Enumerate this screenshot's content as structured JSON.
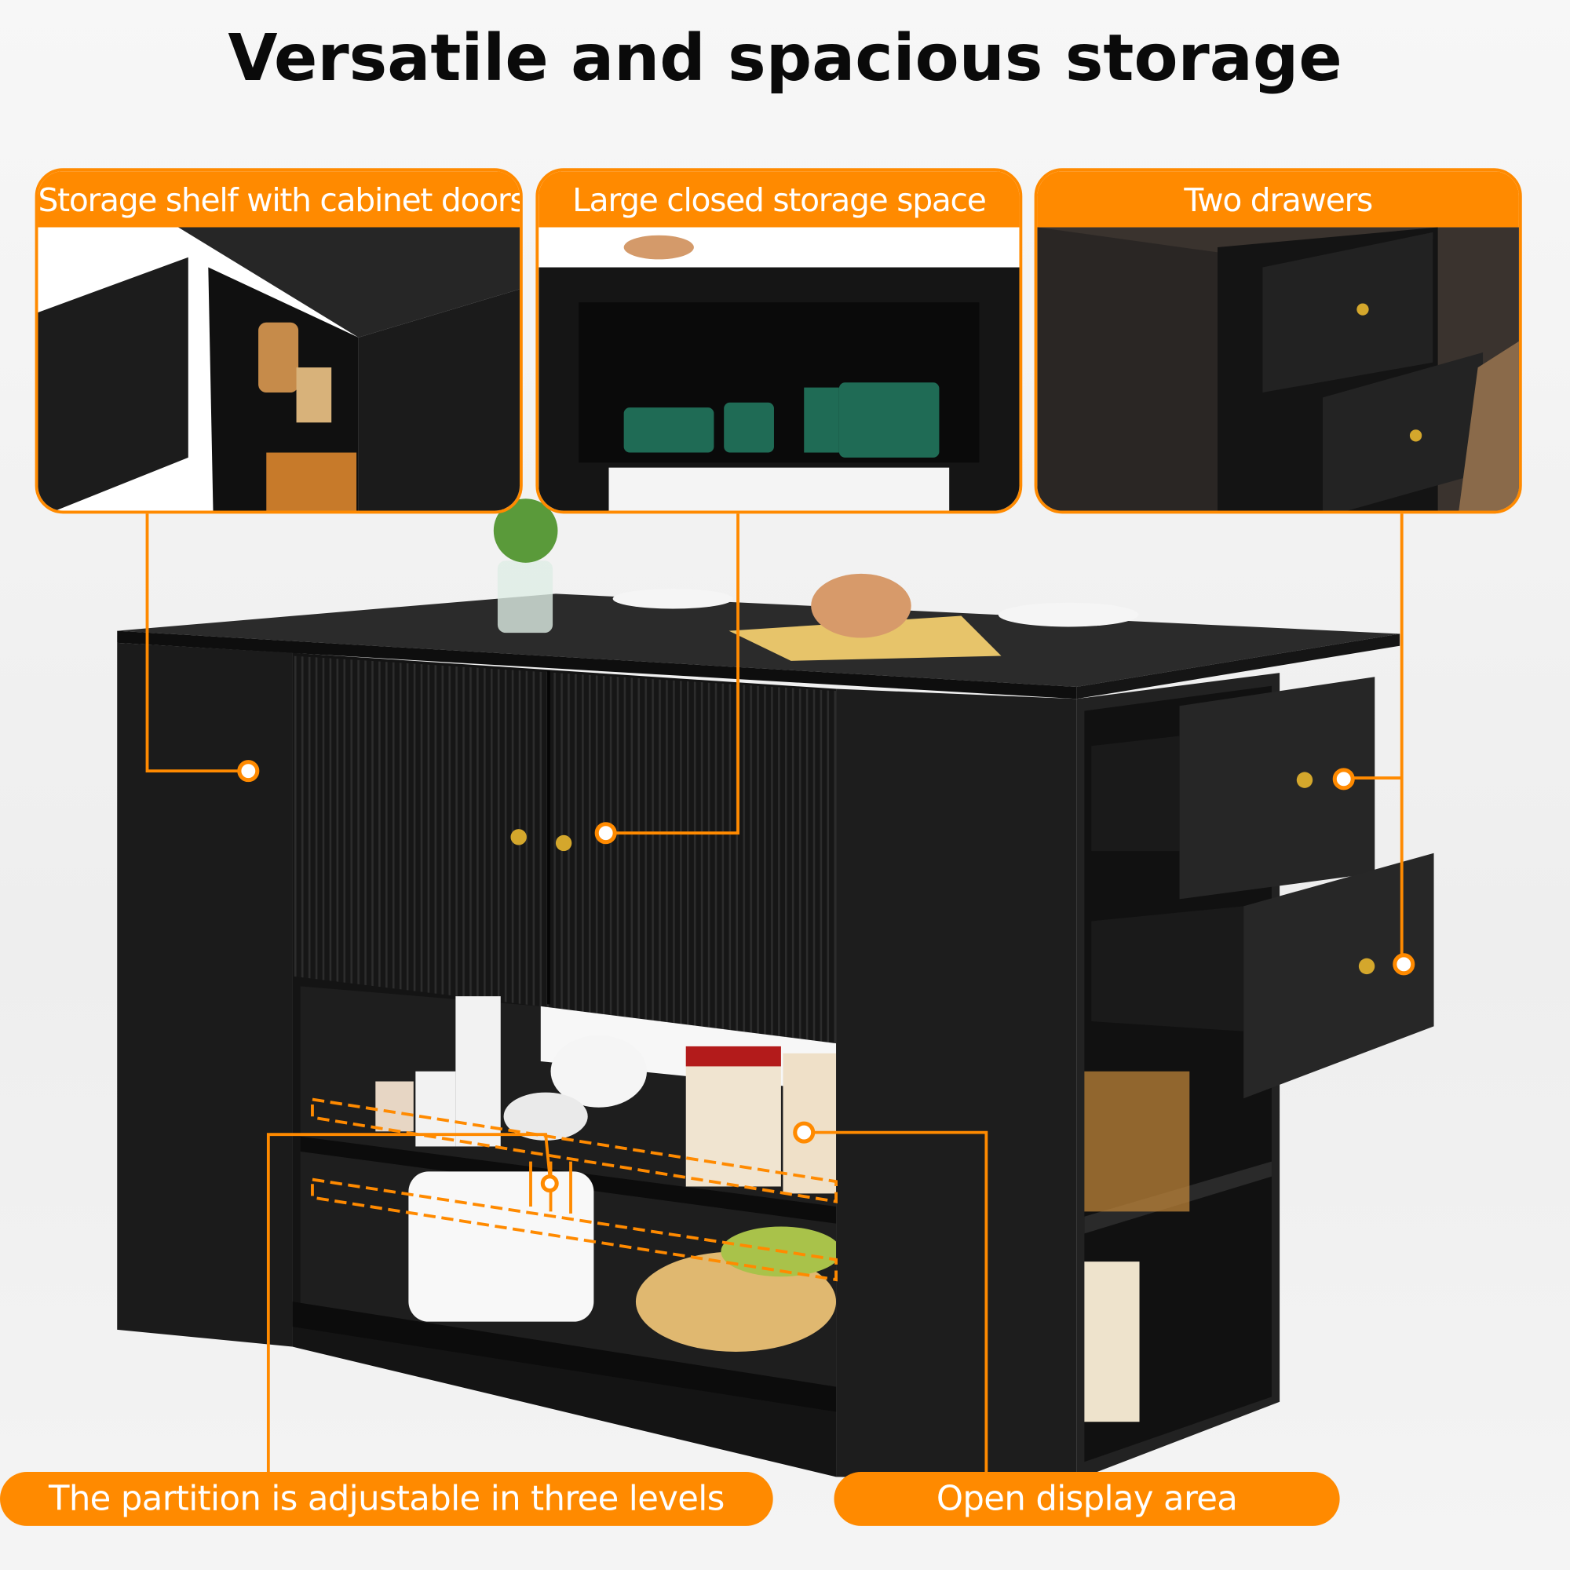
{
  "title": "Versatile and spacious storage",
  "callouts": {
    "storage_shelf": "Storage shelf with cabinet doors",
    "closed_storage": "Large closed storage space",
    "drawers": "Two drawers",
    "partition": "The partition is adjustable in three levels",
    "open_display": "Open display area"
  },
  "colors": {
    "accent": "#ff8a00",
    "cabinet": "#1a1a1a",
    "knob": "#d4a72c"
  }
}
